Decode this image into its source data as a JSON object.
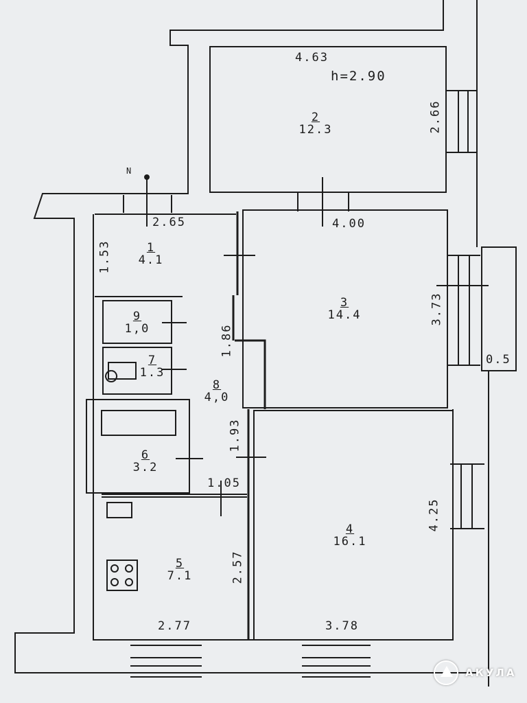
{
  "plan": {
    "ceiling_height": "h=2.90",
    "north_mark": "N",
    "rooms": [
      {
        "number": "1",
        "area": "4.1"
      },
      {
        "number": "2",
        "area": "12.3"
      },
      {
        "number": "3",
        "area": "14.4"
      },
      {
        "number": "4",
        "area": "16.1"
      },
      {
        "number": "5",
        "area": "7.1"
      },
      {
        "number": "6",
        "area": "3.2"
      },
      {
        "number": "7",
        "area": "1.3"
      },
      {
        "number": "8",
        "area": "4,0"
      },
      {
        "number": "9",
        "area": "1,0"
      }
    ],
    "dimensions": {
      "d_463": "4.63",
      "d_266": "2.66",
      "d_265": "2.65",
      "d_400": "4.00",
      "d_153": "1.53",
      "d_373": "3.73",
      "d_05": "0.5",
      "d_186": "1.86",
      "d_193": "1.93",
      "d_105": "1.05",
      "d_425": "4.25",
      "d_257": "2.57",
      "d_277": "2.77",
      "d_378": "3.78"
    }
  },
  "watermark": {
    "text": "АКУЛА"
  },
  "colors": {
    "paper": "#eceef0",
    "ink": "#1c1c1c"
  }
}
